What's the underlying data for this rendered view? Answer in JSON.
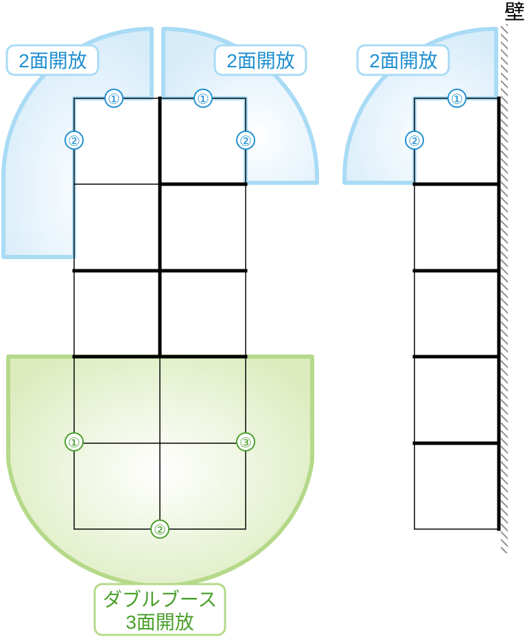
{
  "colors": {
    "blue_fill": "#e6f3fb",
    "blue_stroke": "#a9dbf5",
    "blue_text": "#1f8fd0",
    "green_fill": "#e8f3d6",
    "green_stroke": "#b5d98a",
    "green_text": "#4aa02c",
    "wall_gray": "#9a9a9a",
    "line": "#000000"
  },
  "wall_label": "壁",
  "labels": {
    "open2_left": "2面開放",
    "open2_right": "2面開放",
    "open2_wall": "2面開放",
    "double_line1": "ダブルブース",
    "double_line2": "3面開放"
  },
  "markers": {
    "b1": "①",
    "b2": "②",
    "b3": "①",
    "b4": "②",
    "b5": "①",
    "b6": "②",
    "g1": "①",
    "g2": "②",
    "g3": "③"
  }
}
